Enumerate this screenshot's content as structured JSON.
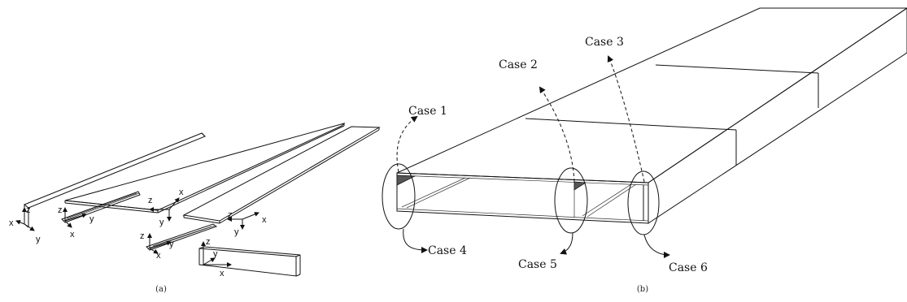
{
  "panel_a": {
    "caption": "(a)",
    "axis_labels": {
      "x": "x",
      "y": "y",
      "z": "z"
    }
  },
  "panel_b": {
    "caption": "(b)",
    "cases": [
      "Case 1",
      "Case 2",
      "Case 3",
      "Case 4",
      "Case 5",
      "Case 6"
    ]
  }
}
